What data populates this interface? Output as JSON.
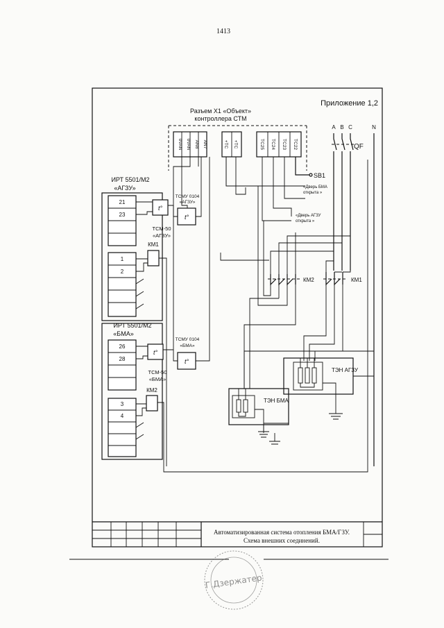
{
  "page_number": "1413",
  "appendix_label": "Приложение 1,2",
  "connector": {
    "title_line1": "Разъем X1 «Объект»",
    "title_line2": "контроллера СТМ",
    "pins_left": [
      "0VAN",
      "0VAN",
      "AN8",
      "AN7"
    ],
    "pins_mid": [
      "+TC",
      "+TC"
    ],
    "pins_right": [
      "TC25",
      "TC24",
      "TC23",
      "TC22"
    ]
  },
  "phases": [
    "A",
    "B",
    "C",
    "N"
  ],
  "breaker": "QF",
  "switch_sb1": "SB1",
  "door_bma": [
    "«Дверь БМА",
    "открыта »"
  ],
  "door_agzu": [
    "«Дверь АГЗУ",
    "открыта »"
  ],
  "irt_agzu": {
    "title": "ИРТ 5501/М2",
    "sub": "«АГЗУ»",
    "terms": [
      "21",
      "23"
    ]
  },
  "irt_bma": {
    "title": "ИРТ 5501/М2",
    "sub": "«БМА»",
    "terms": [
      "26",
      "28"
    ]
  },
  "tcm_agzu": [
    "ТСМ-50",
    "«АГЗУ»"
  ],
  "tcm_bma": [
    "ТСМ-50",
    "«БМА»"
  ],
  "tcmu_agzu": [
    "ТСМУ 0104",
    "«АГЗУ»"
  ],
  "tcmu_bma": [
    "ТСМУ 0104",
    "«БМА»"
  ],
  "sensor_symbol": "t°",
  "km1_label": "КМ1",
  "km2_label": "КМ2",
  "km1_terms": [
    "1",
    "2"
  ],
  "km2_terms": [
    "3",
    "4"
  ],
  "ten_bma": "ТЭН БМА",
  "ten_agzu": "ТЭН АГЗУ",
  "title_block": [
    "Автоматизированная система отопления БМА/ГЗУ.",
    "Схема внешних соединений."
  ],
  "stamp_text": "Г.Дзержатер"
}
